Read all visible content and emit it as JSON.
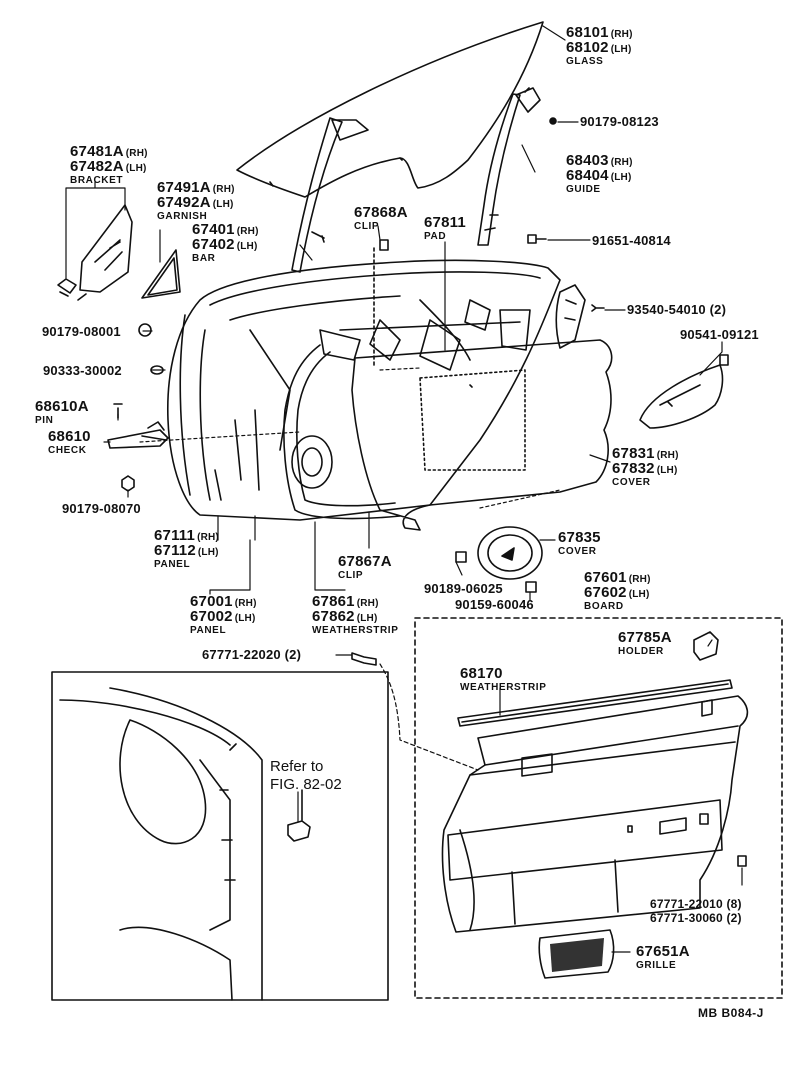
{
  "labels": {
    "glass": {
      "parts": [
        {
          "no": "68101",
          "side": "(RH)"
        },
        {
          "no": "68102",
          "side": "(LH)"
        }
      ],
      "name": "GLASS"
    },
    "clip_90179_08123": {
      "parts": [
        {
          "no": "90179-08123",
          "side": ""
        }
      ],
      "name": ""
    },
    "guide": {
      "parts": [
        {
          "no": "68403",
          "side": "(RH)"
        },
        {
          "no": "68404",
          "side": "(LH)"
        }
      ],
      "name": "GUIDE"
    },
    "bracket": {
      "parts": [
        {
          "no": "67481A",
          "side": "(RH)"
        },
        {
          "no": "67482A",
          "side": "(LH)"
        }
      ],
      "name": "BRACKET"
    },
    "garnish": {
      "parts": [
        {
          "no": "67491A",
          "side": "(RH)"
        },
        {
          "no": "67492A",
          "side": "(LH)"
        }
      ],
      "name": "GARNISH"
    },
    "bar": {
      "parts": [
        {
          "no": "67401",
          "side": "(RH)"
        },
        {
          "no": "67402",
          "side": "(LH)"
        }
      ],
      "name": "BAR"
    },
    "clip_67868A": {
      "parts": [
        {
          "no": "67868A",
          "side": ""
        }
      ],
      "name": "CLIP"
    },
    "pad": {
      "parts": [
        {
          "no": "67811",
          "side": ""
        }
      ],
      "name": "PAD"
    },
    "bolt_91651_40814": {
      "parts": [
        {
          "no": "91651-40814",
          "side": ""
        }
      ],
      "name": ""
    },
    "screw_93540_54010": {
      "parts": [
        {
          "no": "93540-54010 (2)",
          "side": ""
        }
      ],
      "name": ""
    },
    "nut_90179_08001": {
      "parts": [
        {
          "no": "90179-08001",
          "side": ""
        }
      ],
      "name": ""
    },
    "ring_90333_30002": {
      "parts": [
        {
          "no": "90333-30002",
          "side": ""
        }
      ],
      "name": ""
    },
    "part_90541_09121": {
      "parts": [
        {
          "no": "90541-09121",
          "side": ""
        }
      ],
      "name": ""
    },
    "pin": {
      "parts": [
        {
          "no": "68610A",
          "side": ""
        }
      ],
      "name": "PIN"
    },
    "check": {
      "parts": [
        {
          "no": "68610",
          "side": ""
        }
      ],
      "name": "CHECK"
    },
    "cover_67831": {
      "parts": [
        {
          "no": "67831",
          "side": "(RH)"
        },
        {
          "no": "67832",
          "side": "(LH)"
        }
      ],
      "name": "COVER"
    },
    "nut_90179_08070": {
      "parts": [
        {
          "no": "90179-08070",
          "side": ""
        }
      ],
      "name": ""
    },
    "panel_67111": {
      "parts": [
        {
          "no": "67111",
          "side": "(RH)"
        },
        {
          "no": "67112",
          "side": "(LH)"
        }
      ],
      "name": "PANEL"
    },
    "clip_67867A": {
      "parts": [
        {
          "no": "67867A",
          "side": ""
        }
      ],
      "name": "CLIP"
    },
    "cover_67835": {
      "parts": [
        {
          "no": "67835",
          "side": ""
        }
      ],
      "name": "COVER"
    },
    "part_90189_06025": {
      "parts": [
        {
          "no": "90189-06025",
          "side": ""
        }
      ],
      "name": ""
    },
    "part_90159_60046": {
      "parts": [
        {
          "no": "90159-60046",
          "side": ""
        }
      ],
      "name": ""
    },
    "board": {
      "parts": [
        {
          "no": "67601",
          "side": "(RH)"
        },
        {
          "no": "67602",
          "side": "(LH)"
        }
      ],
      "name": "BOARD"
    },
    "panel_67001": {
      "parts": [
        {
          "no": "67001",
          "side": "(RH)"
        },
        {
          "no": "67002",
          "side": "(LH)"
        }
      ],
      "name": "PANEL"
    },
    "weatherstrip_67861": {
      "parts": [
        {
          "no": "67861",
          "side": "(RH)"
        },
        {
          "no": "67862",
          "side": "(LH)"
        }
      ],
      "name": "WEATHERSTRIP"
    },
    "clip_67771_22020": {
      "parts": [
        {
          "no": "67771-22020 (2)",
          "side": ""
        }
      ],
      "name": ""
    },
    "holder": {
      "parts": [
        {
          "no": "67785A",
          "side": ""
        }
      ],
      "name": "HOLDER"
    },
    "weatherstrip_68170": {
      "parts": [
        {
          "no": "68170",
          "side": ""
        }
      ],
      "name": "WEATHERSTRIP"
    },
    "clip_67771_22010": {
      "parts": [
        {
          "no": "67771-22010 (8)",
          "side": ""
        },
        {
          "no": "67771-30060 (2)",
          "side": ""
        }
      ],
      "name": ""
    },
    "grille": {
      "parts": [
        {
          "no": "67651A",
          "side": ""
        }
      ],
      "name": "GRILLE"
    }
  },
  "reference": {
    "line1": "Refer to",
    "line2": "FIG. 82-02"
  },
  "figure_code": "MB  B084-J"
}
